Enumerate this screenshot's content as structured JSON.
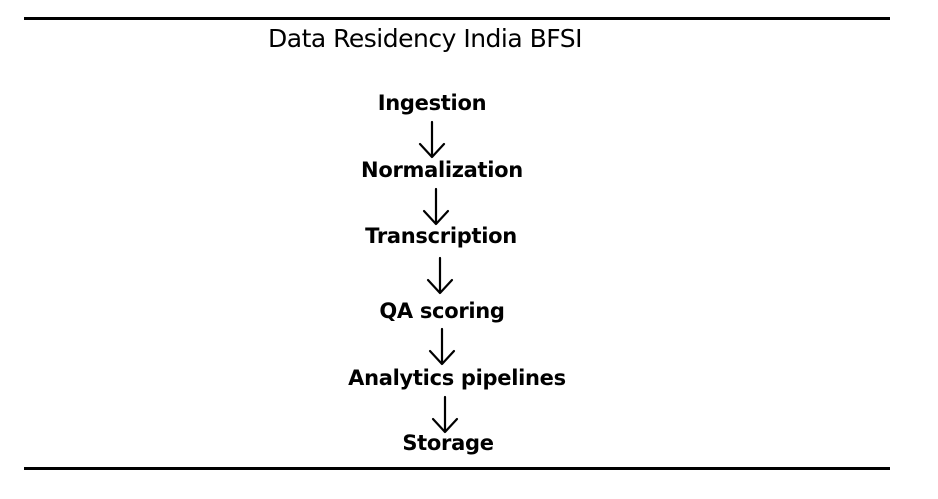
{
  "title": "Data Residency India BFSI",
  "flow": {
    "steps": [
      "Ingestion",
      "Normalization",
      "Transcription",
      "QA scoring",
      "Analytics pipelines",
      "Storage"
    ],
    "connector": "down-arrow-icon"
  }
}
